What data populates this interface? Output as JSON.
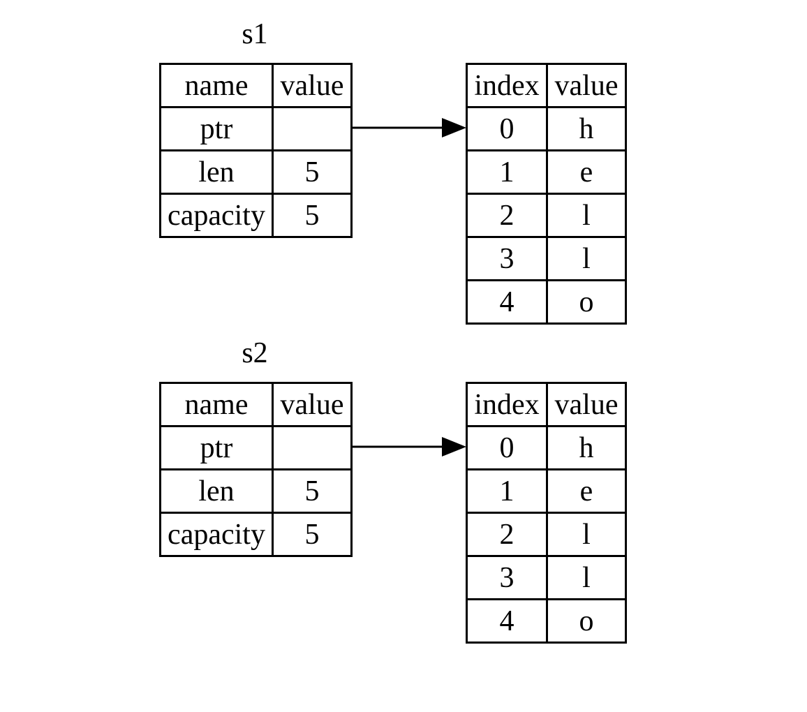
{
  "diagram": {
    "background_color": "#ffffff",
    "line_color": "#000000",
    "groups": [
      {
        "label": "s1",
        "arrow": "ptr-to-index-0",
        "stack_table": {
          "headers": [
            "name",
            "value"
          ],
          "rows": [
            [
              "ptr",
              ""
            ],
            [
              "len",
              "5"
            ],
            [
              "capacity",
              "5"
            ]
          ]
        },
        "heap_table": {
          "headers": [
            "index",
            "value"
          ],
          "rows": [
            [
              "0",
              "h"
            ],
            [
              "1",
              "e"
            ],
            [
              "2",
              "l"
            ],
            [
              "3",
              "l"
            ],
            [
              "4",
              "o"
            ]
          ]
        }
      },
      {
        "label": "s2",
        "arrow": "ptr-to-index-0",
        "stack_table": {
          "headers": [
            "name",
            "value"
          ],
          "rows": [
            [
              "ptr",
              ""
            ],
            [
              "len",
              "5"
            ],
            [
              "capacity",
              "5"
            ]
          ]
        },
        "heap_table": {
          "headers": [
            "index",
            "value"
          ],
          "rows": [
            [
              "0",
              "h"
            ],
            [
              "1",
              "e"
            ],
            [
              "2",
              "l"
            ],
            [
              "3",
              "l"
            ],
            [
              "4",
              "o"
            ]
          ]
        }
      }
    ]
  }
}
